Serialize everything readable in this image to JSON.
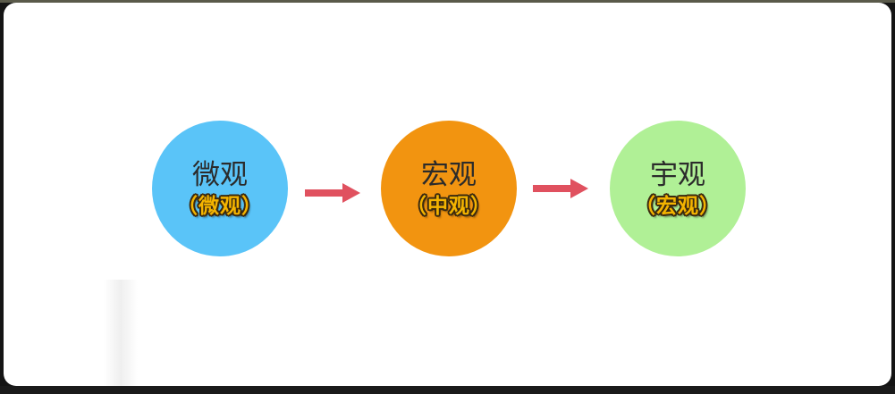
{
  "diagram": {
    "nodes": [
      {
        "title": "微观",
        "subtitle": "（微观）",
        "color": "#5ac4f8"
      },
      {
        "title": "宏观",
        "subtitle": "（中观）",
        "color": "#f29410"
      },
      {
        "title": "宇观",
        "subtitle": "（宏观）",
        "color": "#b0f096"
      }
    ],
    "edges": [
      {
        "from": "微观",
        "to": "宏观"
      },
      {
        "from": "宏观",
        "to": "宇观"
      }
    ],
    "arrow_color": "#e0515f"
  }
}
